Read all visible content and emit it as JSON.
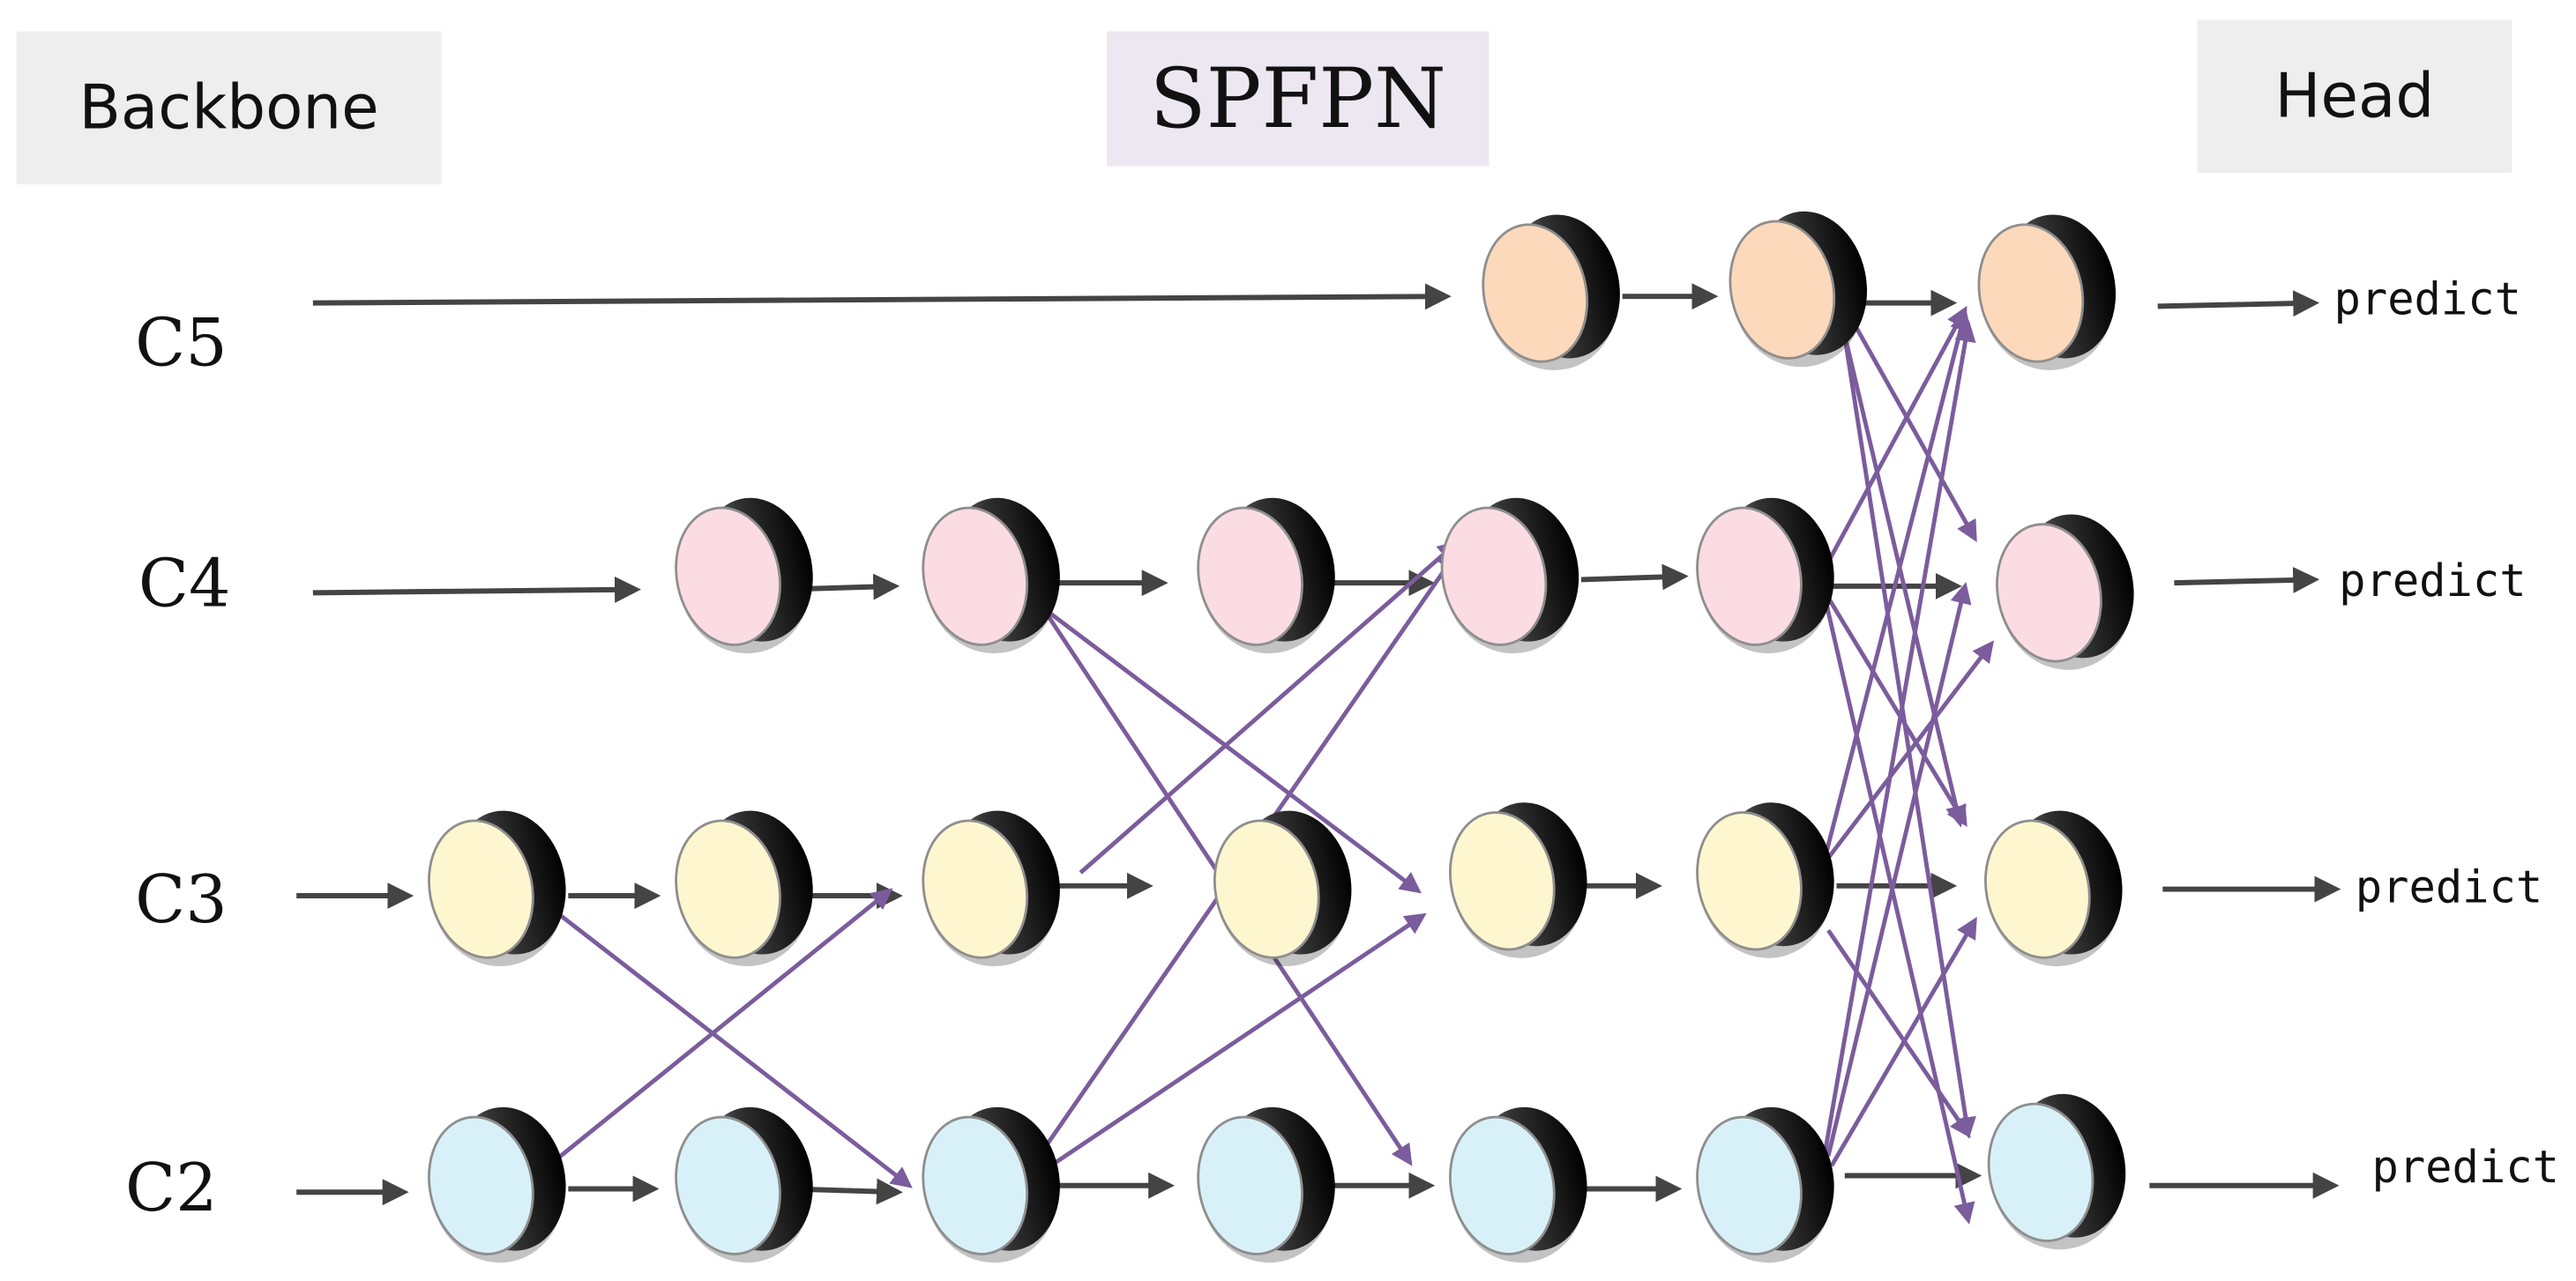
{
  "header": {
    "backbone": "Backbone",
    "neck": "SPFPN",
    "head": "Head"
  },
  "levels": [
    {
      "label": "C5",
      "fill": "#fcd9bb"
    },
    {
      "label": "C4",
      "fill": "#fbdce2"
    },
    {
      "label": "C3",
      "fill": "#fdf6cf"
    },
    {
      "label": "C2",
      "fill": "#d8f1f8"
    }
  ],
  "outputs": [
    "predict",
    "predict",
    "predict",
    "predict"
  ],
  "colors": {
    "arrow": "#444444",
    "cross_connection": "#7b5c9c",
    "node_shadow": "#111111"
  }
}
